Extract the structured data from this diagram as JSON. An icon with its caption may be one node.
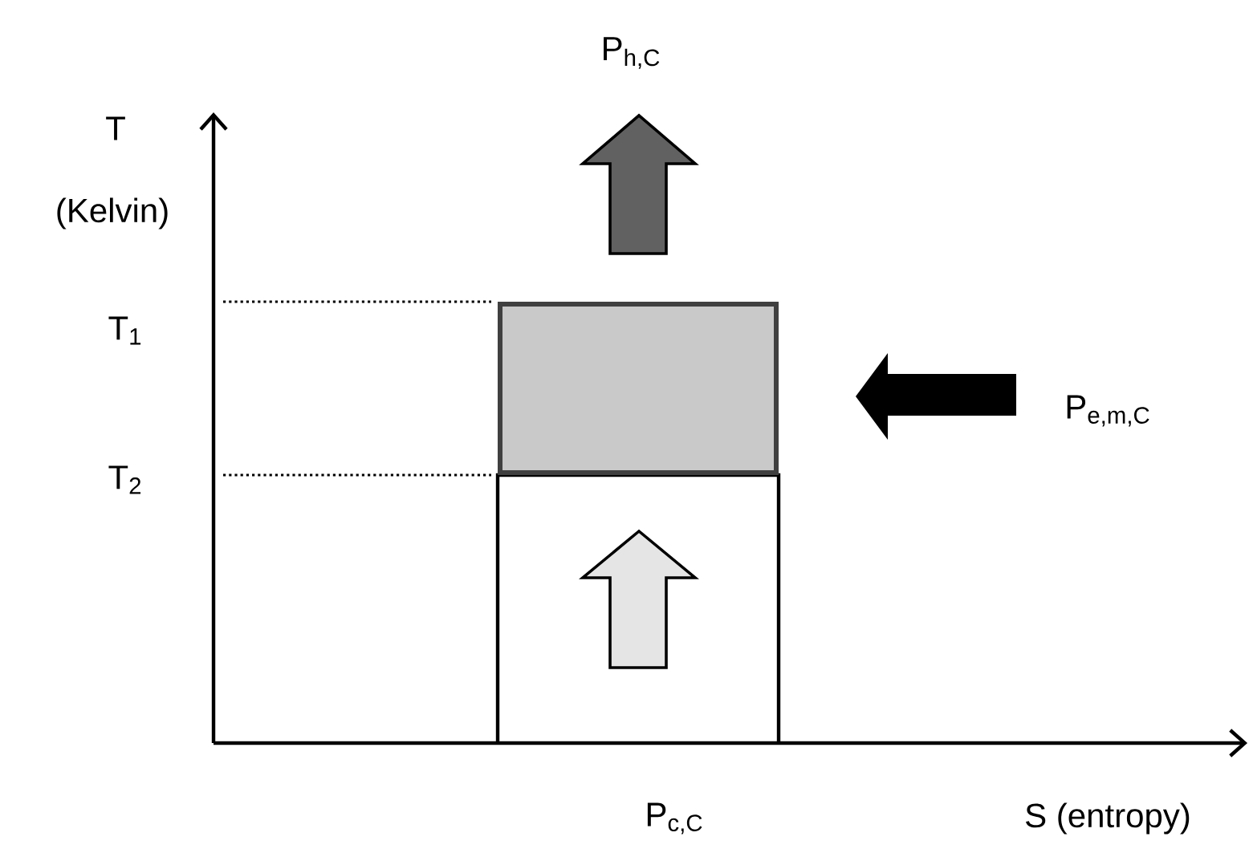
{
  "diagram": {
    "nodes": [
      {
        "text": [],
        "shape": "box"
      }
    ],
    "labels": [
      "P$_{h,C}$",
      "T",
      "(Kelvin)",
      "T$_{1}$",
      "P$_{e,m,C}$",
      "T$_{2}$",
      "P$_{c,C}$",
      "S (entropy)"
    ]
  }
}
